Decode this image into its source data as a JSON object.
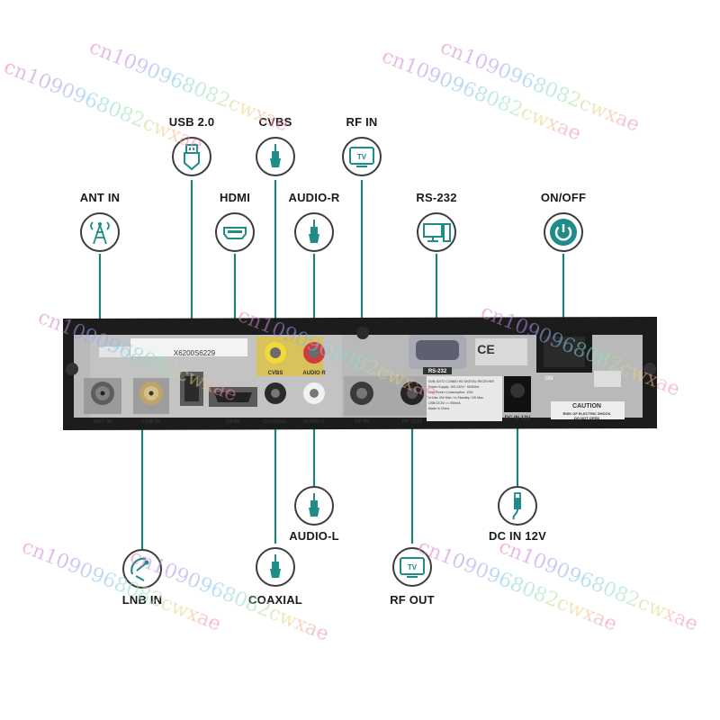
{
  "labels": {
    "usb": "USB 2.0",
    "cvbs": "CVBS",
    "rf_in": "RF IN",
    "ant_in": "ANT IN",
    "hdmi": "HDMI",
    "audio_r": "AUDIO-R",
    "rs232": "RS-232",
    "on_off": "ON/OFF",
    "audio_l": "AUDIO-L",
    "dc_in": "DC IN 12V",
    "lnb_in": "LNB IN",
    "coaxial": "COAXIAL",
    "rf_out": "RF OUT"
  },
  "panel": {
    "ant_in": "ANT IN",
    "lnb_in": "LNB IN",
    "hdmi": "HDMI",
    "cvbs": "CVBS",
    "audio_r": "AUDIO R",
    "coaxial": "COAXIAL",
    "audio_l": "AUDIO-L",
    "rf_in": "RF IN",
    "rf_out": "RF OUT",
    "rs232": "RS-232",
    "serial": "X6200S6229",
    "on": "ON",
    "dc": "DC IN 12V",
    "caution": "CAUTION",
    "caution_sub1": "RISK OF ELECTRIC SHOCK",
    "caution_sub2": "DO NOT OPEN",
    "ce": "CE",
    "spec_lines": [
      "DVB-S2/T2 COMBO HD DIGITAL RECEIVER",
      "Power Supply: 100-240V~ 50/60Hz",
      "Max Power Consumption: 12W",
      "In Use: 6W Max / In Standby: 1W Max",
      "USB DC5V == 500mA",
      "Made in China"
    ]
  },
  "icons": {
    "usb": "usb-icon",
    "cvbs": "rca-plug-icon",
    "rf_in": "tv-icon",
    "ant_in": "antenna-tower-icon",
    "hdmi": "hdmi-icon",
    "audio_r": "rca-plug-icon",
    "rs232": "computer-icon",
    "on_off": "power-icon",
    "audio_l": "rca-plug-icon",
    "dc_in": "dc-plug-icon",
    "lnb_in": "satellite-dish-icon",
    "coaxial": "rca-plug-icon",
    "rf_out": "tv-icon"
  },
  "icon_text": {
    "tv": "TV"
  },
  "watermark": "cn1090968082cwxae",
  "colors": {
    "accent": "#1e8c88",
    "device": "#1c1c1c",
    "panel": "#b9b9b9",
    "line": "#1f7f7c"
  }
}
